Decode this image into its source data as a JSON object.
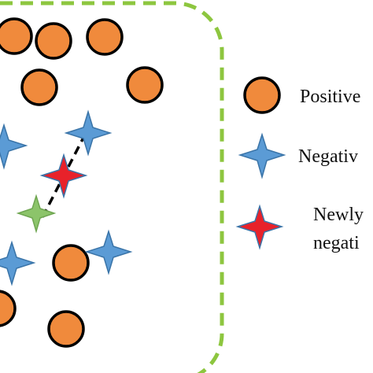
{
  "colors": {
    "positive_fill": "#F08A3C",
    "positive_stroke": "#000000",
    "negative_fill": "#5B9BD5",
    "negative_stroke": "#3A74A8",
    "synthetic_fill": "#E8222A",
    "synthetic_stroke": "#3A74A8",
    "seed_fill": "#8CC46A",
    "seed_stroke": "#6FA651",
    "boundary": "#8DC63F",
    "link_line": "#000000"
  },
  "icons": {
    "positive": "orange-circle-icon",
    "negative": "blue-star-icon",
    "synthetic": "red-star-icon",
    "seed": "green-star-icon"
  },
  "legend": {
    "positive_label": "Positive",
    "negative_label": "Negativ",
    "newly_line1": "Newly",
    "newly_line2": "negati"
  }
}
